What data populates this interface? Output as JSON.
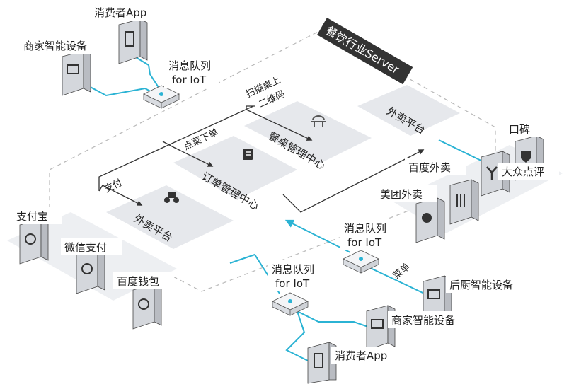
{
  "server_title": "餐饮行业Server",
  "hubs": {
    "order_center": "订单管理中心",
    "table_center": "餐桌管理中心",
    "takeout_left": "外卖平台",
    "takeout_right": "外卖平台"
  },
  "flow_labels": {
    "scan_qr_line1": "扫描桌上",
    "scan_qr_line2": "二维码",
    "order_line1": "点菜下单",
    "pay": "支付",
    "menu": "菜单"
  },
  "queues": {
    "top": [
      "消息队列",
      "for IoT"
    ],
    "right": [
      "消息队列",
      "for IoT"
    ],
    "bottom": [
      "消息队列",
      "for IoT"
    ]
  },
  "devices": {
    "consumer_app_top": "消费者App",
    "merchant_device_top": "商家智能设备",
    "alipay": "支付宝",
    "wechat_pay": "微信支付",
    "baidu_wallet": "百度钱包",
    "koubei": "口碑",
    "baidu_takeout": "百度外卖",
    "dianping": "大众点评",
    "meituan": "美团外卖",
    "kitchen_device": "后厨智能设备",
    "merchant_device_bottom": "商家智能设备",
    "consumer_app_bottom": "消费者App"
  },
  "colors": {
    "connector": "#2bb3d4",
    "flow_line": "#333333",
    "plate": "#e9ebef",
    "server_border": "#aaaaaa",
    "title_bg": "#333333"
  }
}
